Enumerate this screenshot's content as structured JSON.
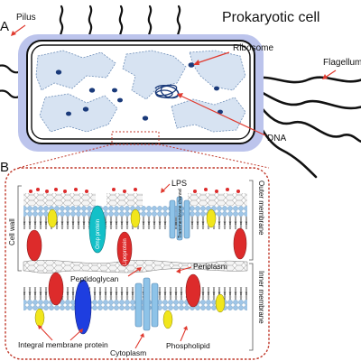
{
  "panel_a": {
    "letter": "A",
    "title": "Prokaryotic cell",
    "labels": {
      "pilus": "Pilus",
      "ribosome": "Ribosome",
      "flagellum": "Flagellum",
      "dna": "DNA"
    }
  },
  "panel_b": {
    "letter": "B",
    "labels": {
      "lps": "LPS",
      "cell_wall": "Cell wall",
      "outer_membrane": "Outer membrane",
      "inner_membrane": "Inner membrane",
      "omp_protein": "Omp protein",
      "lipoprotein": "Lipoprotein",
      "transmembrane_channel": "Transmembrane channel",
      "peptidoglycan": "Peptidoglycan",
      "periplasm": "Periplasm",
      "integral_membrane_protein": "Integral membrane protein",
      "cytoplasm": "Cytoplasm",
      "phospholipid": "Phospholipid"
    }
  },
  "colors": {
    "accent_red": "#e03a2f",
    "dashed_red": "#c0392b",
    "lipid_head": "#9fc6e8",
    "cytoplasm_fill": "#d7e3f2",
    "cell_glow": "#bcc4ec",
    "protein_red": "#dd2b2b",
    "protein_yellow": "#f1e61c",
    "protein_cyan": "#13c0c8",
    "protein_blue": "#1e3ee0",
    "channel_blue": "#8ec3e8"
  }
}
